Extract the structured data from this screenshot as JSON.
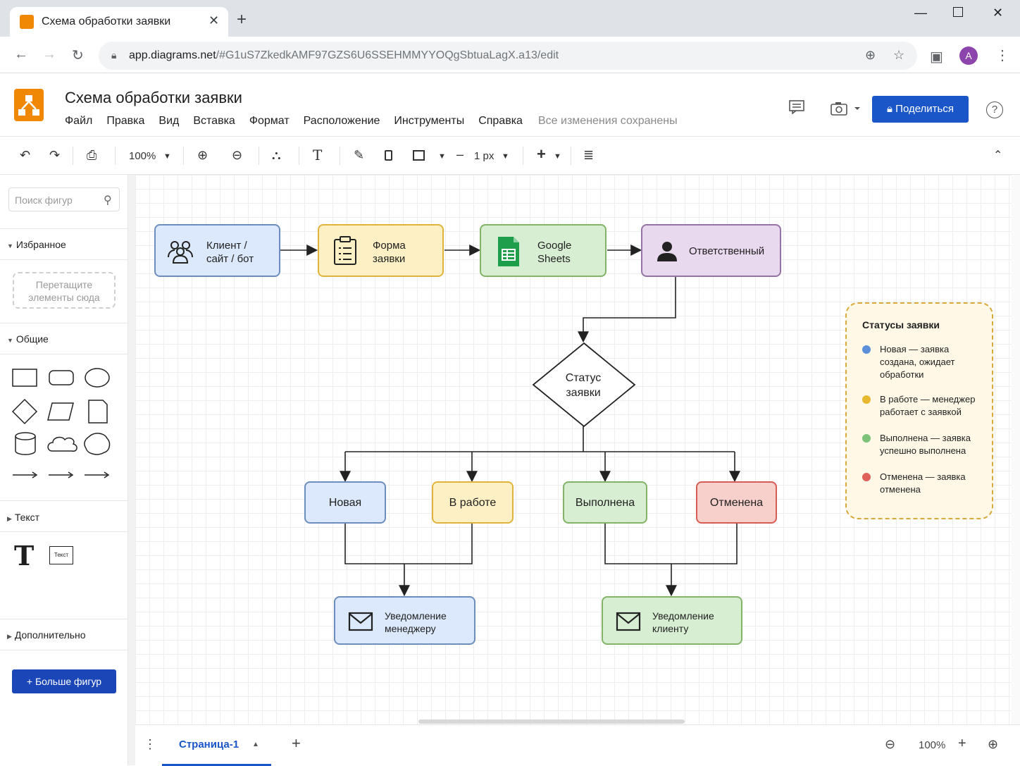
{
  "browser": {
    "tab_title": "Схема обработки заявки",
    "url_host": "app.diagrams.net",
    "url_rest": "/#G1uS7ZkedkAMF97GZS6U6SSEHMMYYOQgSbtuaLagX.a13/edit",
    "avatar_letter": "A"
  },
  "app": {
    "doc_title": "Схема обработки заявки",
    "menu": [
      "Файл",
      "Правка",
      "Вид",
      "Вставка",
      "Формат",
      "Расположение",
      "Инструменты",
      "Справка"
    ],
    "save_status": "Все изменения сохранены",
    "share_label": "Поделиться"
  },
  "toolbar": {
    "zoom": "100%",
    "line_width": "1 px"
  },
  "sidebar": {
    "search_placeholder": "Поиск фигур",
    "favorites": "Избранное",
    "dropzone": "Перетащите элементы сюда",
    "general": "Общие",
    "text_section": "Текст",
    "text_shape_label": "Текст",
    "additional": "Дополнительно",
    "more_shapes": "Больше фигур"
  },
  "diagram": {
    "n1": "Клиент / сайт / бот",
    "n1a": "Клиент /",
    "n1b": "сайт / бот",
    "n2a": "Форма",
    "n2b": "заявки",
    "n3a": "Google",
    "n3b": "Sheets",
    "n4": "Ответственный",
    "decision_a": "Статус",
    "decision_b": "заявки",
    "s_new": "Новая",
    "s_work": "В работе",
    "s_done": "Выполнена",
    "s_cancel": "Отменена",
    "notify_mgr_a": "Уведомление",
    "notify_mgr_b": "менеджеру",
    "notify_cl_a": "Уведомление",
    "notify_cl_b": "клиенту"
  },
  "legend": {
    "title": "Статусы заявки",
    "items": [
      {
        "color": "#5b8fd9",
        "text": "Новая — заявка создана, ожидает обработки"
      },
      {
        "color": "#e8b92e",
        "text": "В работе — менеджер работает с заявкой"
      },
      {
        "color": "#7ec27a",
        "text": "Выполнена — заявка успешно выполнена"
      },
      {
        "color": "#e0605a",
        "text": "Отменена — заявка отменена"
      }
    ]
  },
  "bottom": {
    "page_tab": "Страница-1",
    "zoom": "100%"
  },
  "colors": {
    "accent": "#1a56c8",
    "brand": "#f08705"
  }
}
